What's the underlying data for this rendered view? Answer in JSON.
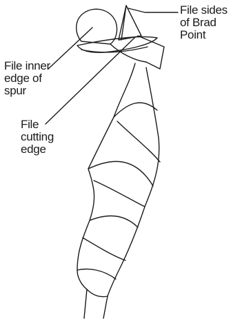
{
  "labels": {
    "brad_point_sides": [
      "File sides",
      "of Brad",
      "Point"
    ],
    "inner_edge_spur": [
      "File inner",
      "edge of",
      "spur"
    ],
    "cutting_edge": [
      "File",
      "cutting",
      "edge"
    ]
  }
}
